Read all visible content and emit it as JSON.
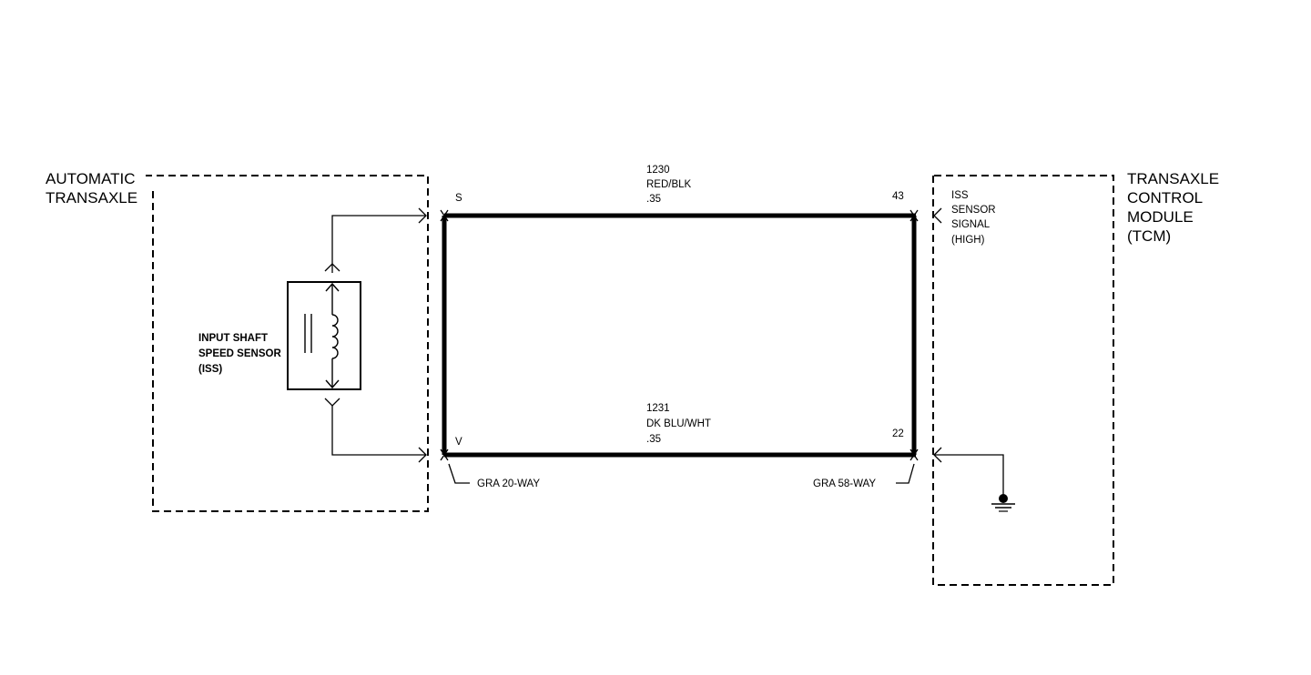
{
  "left_module": {
    "title_lines": [
      "AUTOMATIC",
      "TRANSAXLE"
    ]
  },
  "sensor": {
    "label_lines": [
      "INPUT SHAFT",
      "SPEED SENSOR",
      "(ISS)"
    ]
  },
  "right_module": {
    "title_lines": [
      "TRANSAXLE",
      "CONTROL",
      "MODULE",
      "(TCM)"
    ],
    "signal_label_lines": [
      "ISS",
      "SENSOR",
      "SIGNAL",
      "(HIGH)"
    ]
  },
  "wires": {
    "top": {
      "circuit": "1230",
      "color": "RED/BLK",
      "gauge": ".35",
      "left_pin": "S",
      "right_pin": "43"
    },
    "bottom": {
      "circuit": "1231",
      "color": "DK BLU/WHT",
      "gauge": ".35",
      "left_pin": "V",
      "right_pin": "22"
    }
  },
  "connectors": {
    "left": "GRA 20-WAY",
    "right": "GRA 58-WAY"
  },
  "icons": {
    "coil": "inductor-coil-icon",
    "ground": "ground-icon"
  }
}
